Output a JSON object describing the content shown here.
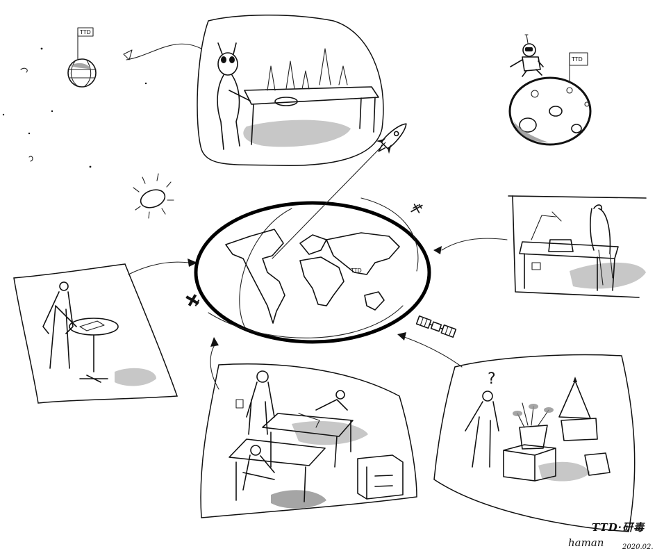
{
  "labels": {
    "map_flag": "TTD",
    "globe_flag": "TTD",
    "asteroid_flag": "TTD",
    "question_mark": "?"
  },
  "signature": {
    "brand": "TTD·研毒",
    "author": "haman",
    "date": "2020.02."
  },
  "icons": {
    "globe": "globe-icon",
    "sun": "sun-icon",
    "rocket": "rocket-icon",
    "airplane": "airplane-icon",
    "satellite": "satellite-icon",
    "astronaut": "astronaut-icon"
  },
  "colors": {
    "ink": "#111111",
    "shadow": "#bdbdbd",
    "background": "#ffffff"
  }
}
